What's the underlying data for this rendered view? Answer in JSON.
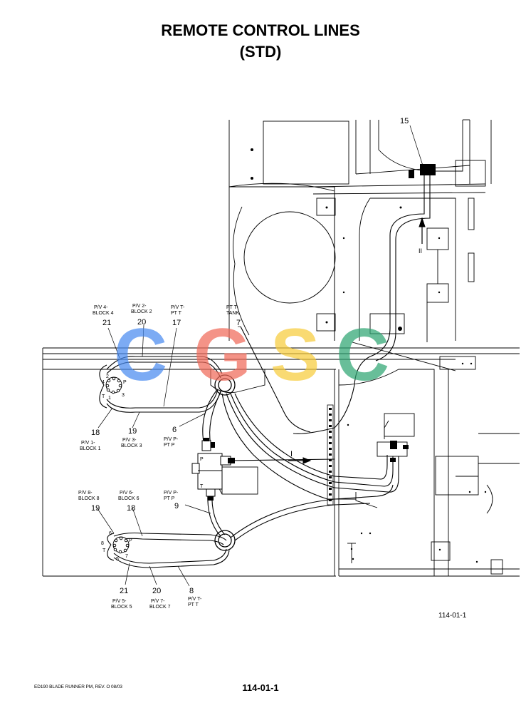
{
  "header": {
    "title_line1": "REMOTE CONTROL LINES",
    "title_line2": "(STD)"
  },
  "watermark": {
    "letters": [
      {
        "char": "C",
        "color": "#4a8cf0"
      },
      {
        "char": "G",
        "color": "#f06a5a"
      },
      {
        "char": "S",
        "color": "#f8cc3c"
      },
      {
        "char": "C",
        "color": "#2fa673"
      }
    ]
  },
  "callouts": {
    "n15": "15",
    "n21a": "21",
    "n20a": "20",
    "n17": "17",
    "n7": "7",
    "n18a": "18",
    "n19a": "19",
    "n6": "6",
    "n19b": "19",
    "n18b": "18",
    "n9": "9",
    "n21b": "21",
    "n20b": "20",
    "n8": "8"
  },
  "labels": {
    "pv4_1": "P/V 4-",
    "pv4_2": "BLOCK 4",
    "pv2_1": "P/V 2-",
    "pv2_2": "BLOCK 2",
    "pvt_1": "P/V T-",
    "pvt_2": "PT T",
    "ptt_1": "PT T-",
    "ptt_2": "TANK",
    "pv1_1": "P/V 1-",
    "pv1_2": "BLOCK 1",
    "pv3_1": "P/V 3-",
    "pv3_2": "BLOCK 3",
    "pvp_1": "P/V P-",
    "pvp_2": "PT P",
    "pv8_1": "P/V 8-",
    "pv8_2": "BLOCK 8",
    "pv6_1": "P/V 6-",
    "pv6_2": "BLOCK 6",
    "pvp2_1": "P/V P-",
    "pvp2_2": "PT P",
    "pv5_1": "P/V 5-",
    "pv5_2": "BLOCK 5",
    "pv7_1": "P/V 7-",
    "pv7_2": "BLOCK 7",
    "pvt2_1": "P/V T-",
    "pvt2_2": "PT T"
  },
  "port_marks": {
    "a2": "2",
    "a4": "4",
    "ap": "P",
    "at": "T",
    "a3": "3",
    "a1": "1",
    "b6": "6",
    "b8": "8",
    "bp": "P",
    "bt": "T",
    "b5": "5",
    "b7": "7",
    "dp": "P",
    "dt": "T"
  },
  "detail_marks": {
    "roman1_left": "I",
    "roman2_top": "II"
  },
  "figure_ref": "114-01-1",
  "footer": {
    "doc": "ED190 BLADE RUNNER PM,  REV. O  08/03",
    "page": "114-01-1"
  }
}
